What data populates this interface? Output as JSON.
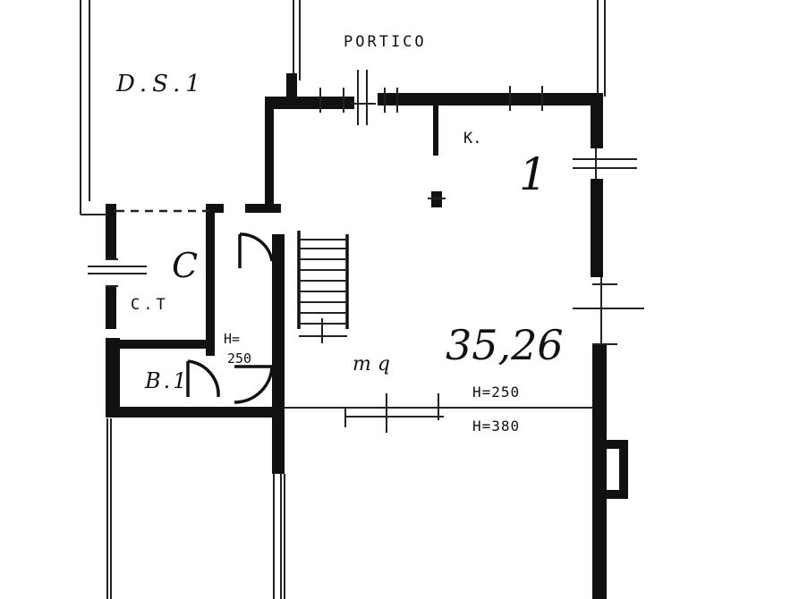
{
  "rooms": {
    "portico": "PORTICO",
    "ds1": "D.S.1",
    "k": "K.",
    "c": "C",
    "ct": "C.T",
    "b1": "B.1",
    "h250_small_top": "H=",
    "h250_small_bottom": "250",
    "h250": "H=250",
    "h380": "H=380",
    "room_number": "1",
    "area_prefix": "m q",
    "area_value": "35,26"
  },
  "colors": {
    "ink": "#111111",
    "paper": "#ffffff"
  }
}
